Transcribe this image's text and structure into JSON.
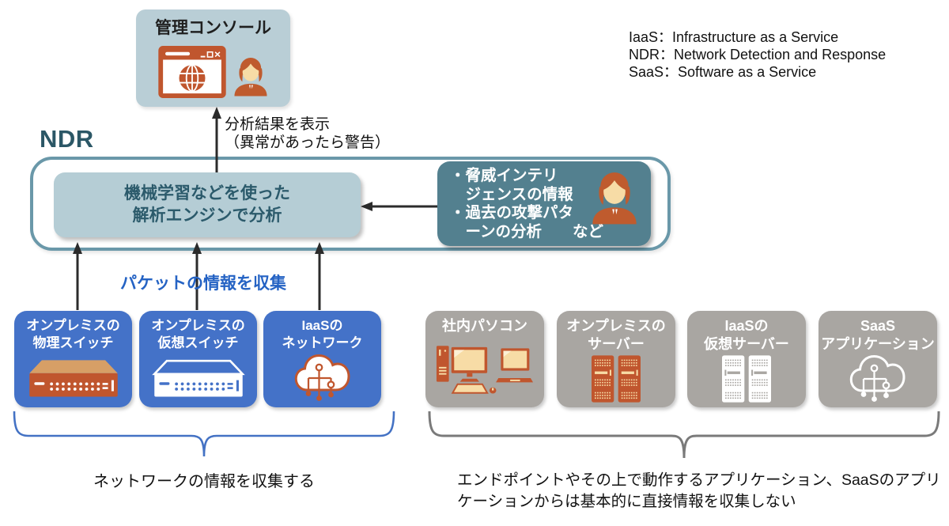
{
  "console": {
    "title": "管理コンソール"
  },
  "legend": {
    "lines": [
      "IaaS：Infrastructure as a Service",
      "NDR：Network Detection and Response",
      "SaaS：Software as a Service"
    ]
  },
  "ndr": {
    "label": "NDR",
    "analysis_engine": {
      "line1": "機械学習などを使った",
      "line2": "解析エンジンで分析"
    },
    "threat_intel": {
      "lines": [
        "・脅威インテリ",
        "　ジェンスの情報",
        "・過去の攻撃パタ",
        "　ーンの分析　　など"
      ]
    }
  },
  "labels": {
    "display_result_line1": "分析結果を表示",
    "display_result_line2": "（異常があったら警告）",
    "packet_collect": "パケットの情報を収集"
  },
  "network_sources": [
    {
      "line1": "オンプレミスの",
      "line2": "物理スイッチ",
      "icon": "physical-switch-icon"
    },
    {
      "line1": "オンプレミスの",
      "line2": "仮想スイッチ",
      "icon": "virtual-switch-icon"
    },
    {
      "line1": "IaaSの",
      "line2": "ネットワーク",
      "icon": "iaas-network-icon"
    }
  ],
  "endpoint_sources": [
    {
      "line1": "社内パソコン",
      "line2": "",
      "icon": "office-pc-icon"
    },
    {
      "line1": "オンプレミスの",
      "line2": "サーバー",
      "icon": "onprem-server-icon"
    },
    {
      "line1": "IaaSの",
      "line2": "仮想サーバー",
      "icon": "iaas-virtual-server-icon"
    },
    {
      "line1": "SaaS",
      "line2": "アプリケーション",
      "icon": "saas-app-icon"
    }
  ],
  "captions": {
    "network": "ネットワークの情報を収集する",
    "endpoint_line1": "エンドポイントやその上で動作するアプリケーション、SaaSのアプリ",
    "endpoint_line2": "ケーションからは基本的に直接情報を収集しない"
  },
  "colors": {
    "console_bg": "#b9ced6",
    "analysis_bg": "#b5cdd5",
    "intel_bg": "#53808f",
    "ndr_border": "#6a98a9",
    "ndr_text": "#2b5766",
    "blue_box": "#4472c8",
    "gray_box": "#a9a6a2",
    "icon_orange": "#c0562e",
    "icon_tan": "#f7dca6",
    "packet_text": "#2563c4",
    "brace_left": "#4472c4",
    "brace_right": "#7a7a7a",
    "arrow": "#2b2b2b"
  }
}
